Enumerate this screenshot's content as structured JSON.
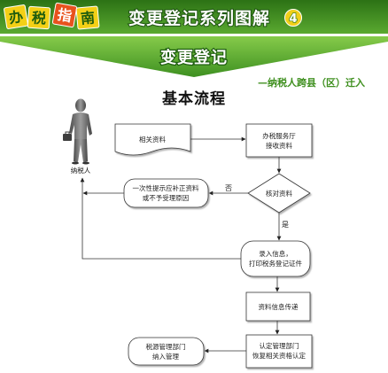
{
  "header": {
    "badge": [
      "办",
      "税",
      "指",
      "南"
    ],
    "title": "变更登记系列图解",
    "number": "4"
  },
  "banner": {
    "title": "变更登记"
  },
  "subtitle": "—纳税人跨县（区）迁入",
  "section_title": "基本流程",
  "flow": {
    "actor": "纳税人",
    "actor_icon": "businessman-icon",
    "documents": "相关资料",
    "receive": [
      "办税服务厅",
      "接收资料"
    ],
    "check": "核对资料",
    "no_label": "否",
    "yes_label": "是",
    "reject": [
      "一次性提示应补正资料",
      "或不予受理原因"
    ],
    "register": [
      "录入信息，",
      "打印税务登记证件"
    ],
    "transfer": "资料信息传递",
    "recognize": [
      "认定管理部门",
      "恢复相关资格认定"
    ],
    "manage": [
      "税源管理部门",
      "纳入管理"
    ]
  },
  "colors": {
    "header_green": "#3b8a22",
    "banner_green": "#5cb133",
    "badge_yellow": "#f4d016",
    "badge_red": "#e8521d",
    "subtitle_green": "#3e8f1e",
    "number_yellow": "#f1cf19"
  }
}
